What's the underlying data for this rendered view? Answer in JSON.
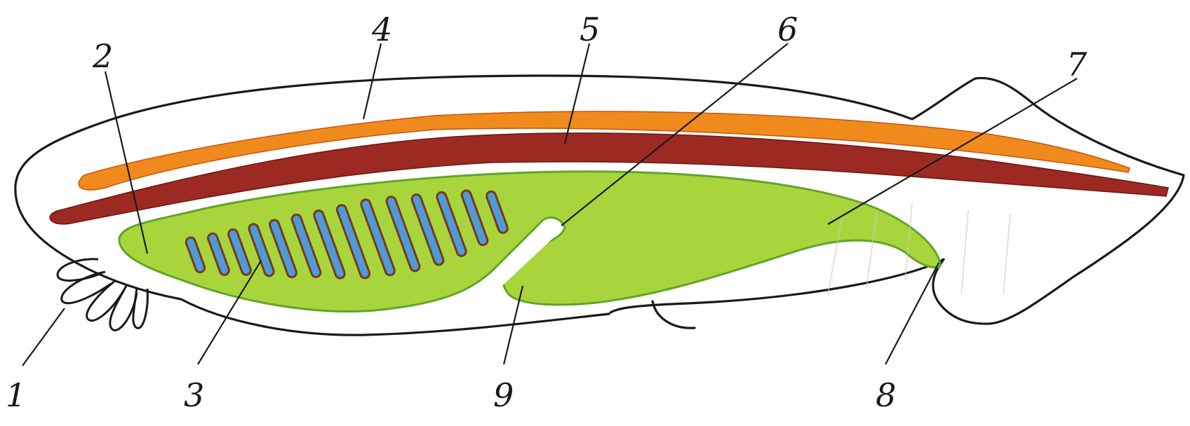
{
  "labels": [
    "1",
    "2",
    "3",
    "4",
    "5",
    "6",
    "7",
    "8",
    "9"
  ],
  "colors": {
    "nerve_cord": "#f08a1c",
    "notochord": "#9c2a22",
    "gut": "#a9d53c",
    "gut_edge": "#5fa52b",
    "gill_slit": "#4f9ad8",
    "gill_slit_edge": "#7a3a1a",
    "outline": "#1a1a1a"
  }
}
